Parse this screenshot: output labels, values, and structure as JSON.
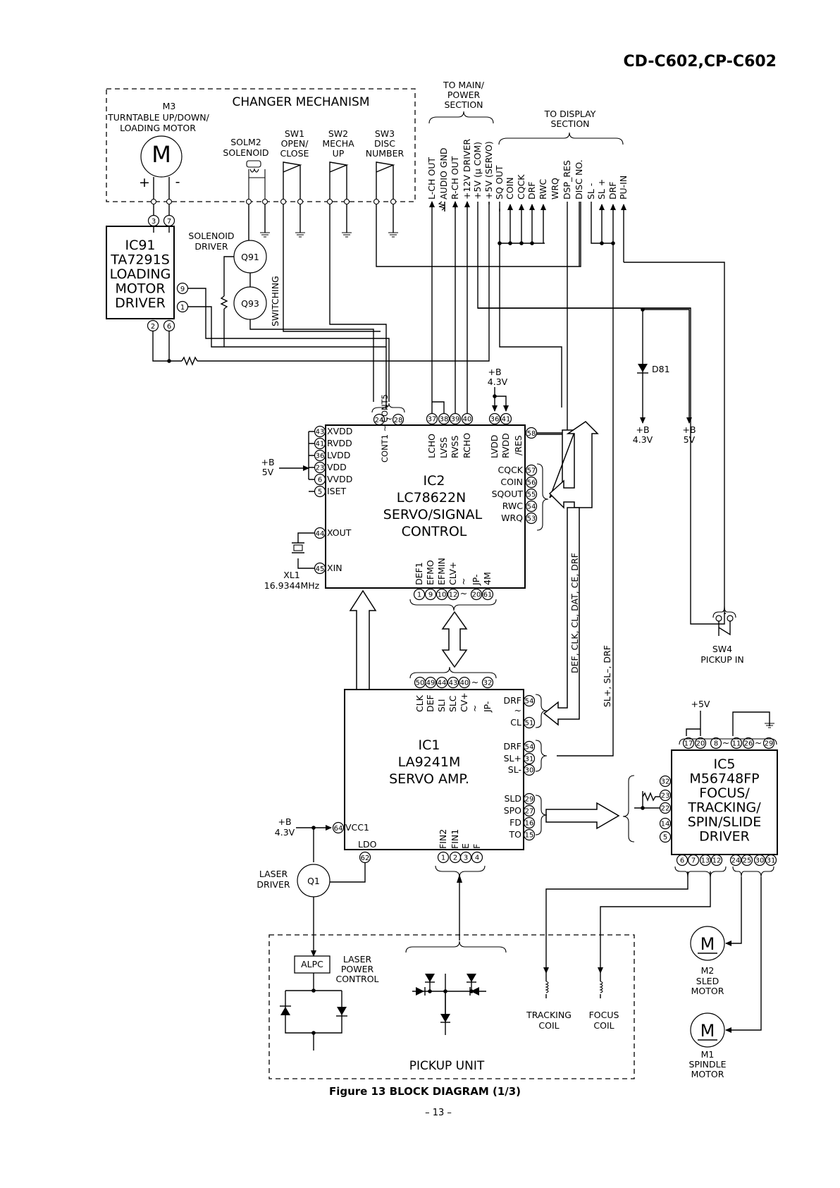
{
  "header": {
    "model": "CD-C602,CP-C602"
  },
  "caption": "Figure 13 BLOCK DIAGRAM (1/3)",
  "page_number": "– 13 –",
  "changer": {
    "title": "CHANGER MECHANISM",
    "motor_m3": {
      "ref": "M3",
      "desc_line1": "TURNTABLE UP/DOWN/",
      "desc_line2": "LOADING MOTOR",
      "symbol": "M",
      "plus": "+",
      "minus": "-"
    },
    "solm2": {
      "line1": "SOLM2",
      "line2": "SOLENOID"
    },
    "sw1": {
      "line1": "SW1",
      "line2": "OPEN/",
      "line3": "CLOSE"
    },
    "sw2": {
      "line1": "SW2",
      "line2": "MECHA",
      "line3": "UP"
    },
    "sw3": {
      "line1": "SW3",
      "line2": "DISC",
      "line3": "NUMBER"
    }
  },
  "to_main": {
    "line1": "TO MAIN/",
    "line2": "POWER",
    "line3": "SECTION"
  },
  "to_display": {
    "line1": "TO DISPLAY",
    "line2": "SECTION"
  },
  "main_signals": [
    "L-CH OUT",
    "AUDIO GND",
    "R-CH OUT",
    "+12V DRIVER",
    "+5V (µ COM)",
    "+5V (SERVO)"
  ],
  "display_signals": [
    "SQ OUT",
    "COIN",
    "CQCK",
    "DRF",
    "RWC",
    "WRQ",
    "DSP_RES",
    "DISC NO.",
    "SL -",
    "SL +",
    "DRF",
    "PU-IN"
  ],
  "ic91": {
    "lines": [
      "IC91",
      "TA7291S",
      "LOADING",
      "MOTOR",
      "DRIVER"
    ],
    "pins": [
      "3",
      "7",
      "9",
      "1",
      "2",
      "6"
    ]
  },
  "solenoid_driver": {
    "line1": "SOLENOID",
    "line2": "DRIVER",
    "q91": "Q91",
    "q93": "Q93",
    "switching": "SWITCHING"
  },
  "d81": {
    "label": "D81",
    "supply_left": "+B",
    "supply_left_v": "4.3V",
    "supply_right": "+B",
    "supply_right_v": "5V"
  },
  "ic2": {
    "ref": "IC2",
    "part": "LC78622N",
    "func1": "SERVO/SIGNAL",
    "func2": "CONTROL",
    "left_pins": [
      {
        "n": "43",
        "name": "XVDD"
      },
      {
        "n": "41",
        "name": "RVDD"
      },
      {
        "n": "36",
        "name": "LVDD"
      },
      {
        "n": "23",
        "name": "VDD"
      },
      {
        "n": "6",
        "name": "VVDD"
      },
      {
        "n": "5",
        "name": "ISET"
      }
    ],
    "xout": {
      "n": "44",
      "name": "XOUT"
    },
    "xin": {
      "n": "45",
      "name": "XIN"
    },
    "top_cont": {
      "n1": "24",
      "tilde": "~",
      "n2": "28",
      "name": "CONT1 ~ CONT5"
    },
    "top_pins": [
      {
        "n": "37",
        "name": "LCHO"
      },
      {
        "n": "38",
        "name": "LVSS"
      },
      {
        "n": "39",
        "name": "RVSS"
      },
      {
        "n": "40",
        "name": "RCHO"
      },
      {
        "n": "36",
        "name": "LVDD"
      },
      {
        "n": "41",
        "name": "RVDD"
      }
    ],
    "res_pin": {
      "n": "58",
      "name": "/RES"
    },
    "right_pins": [
      {
        "n": "57",
        "name": "CQCK"
      },
      {
        "n": "56",
        "name": "COIN"
      },
      {
        "n": "55",
        "name": "SQOUT"
      },
      {
        "n": "54",
        "name": "RWC"
      },
      {
        "n": "53",
        "name": "WRQ"
      }
    ],
    "bottom_names": [
      "DEF1",
      "EFMO",
      "EFMIN",
      "CLV+",
      "~",
      "JP-",
      "4M"
    ],
    "bottom_pins": [
      "1",
      "9",
      "10",
      "12",
      "~",
      "20",
      "61"
    ],
    "supply": "+B",
    "supply_v": "5V",
    "lvdd_supply": "+B",
    "lvdd_supply_v": "4.3V"
  },
  "xl1": {
    "ref": "XL1",
    "freq": "16.9344MHz"
  },
  "bus_labels": {
    "def_bus": "DEF, CLK, CL, DAT, CE, DRF",
    "sl_bus": "SL+, SL–, DRF"
  },
  "ic1": {
    "ref": "IC1",
    "part": "LA9241M",
    "func": "SERVO AMP.",
    "top_names": [
      "CLK",
      "DEF",
      "SLI",
      "SLC",
      "CV+",
      "~",
      "JP-"
    ],
    "top_pins": [
      "50",
      "49",
      "44",
      "43",
      "40",
      "~",
      "32"
    ],
    "right_pins": [
      {
        "n": "54",
        "name": "DRF"
      },
      {
        "n": "",
        "name": "~"
      },
      {
        "n": "51",
        "name": "CL"
      },
      {
        "n": "54",
        "name": "DRF"
      },
      {
        "n": "31",
        "name": "SL+"
      },
      {
        "n": "30",
        "name": "SL-"
      },
      {
        "n": "29",
        "name": "SLD"
      },
      {
        "n": "27",
        "name": "SPO"
      },
      {
        "n": "16",
        "name": "FD"
      },
      {
        "n": "15",
        "name": "TO"
      }
    ],
    "vcc": {
      "n": "64",
      "name": "VCC1"
    },
    "ldo": {
      "n": "62",
      "name": "LDO"
    },
    "bottom_names": [
      "FIN2",
      "FIN1",
      "E",
      "F"
    ],
    "bottom_pins": [
      "1",
      "2",
      "3",
      "4"
    ],
    "supply": "+B",
    "supply_v": "4.3V"
  },
  "laser_driver": {
    "line1": "LASER",
    "line2": "DRIVER",
    "q1": "Q1"
  },
  "pickup": {
    "title": "PICKUP UNIT",
    "alpc": "ALPC",
    "lpc1": "LASER",
    "lpc2": "POWER",
    "lpc3": "CONTROL",
    "tracking1": "TRACKING",
    "tracking2": "COIL",
    "focus1": "FOCUS",
    "focus2": "COIL"
  },
  "sw4": {
    "line1": "SW4",
    "line2": "PICKUP IN"
  },
  "ic5": {
    "lines": [
      "IC5",
      "M56748FP",
      "FOCUS/",
      "TRACKING/",
      "SPIN/SLIDE",
      "DRIVER"
    ],
    "top_pins": [
      "17",
      "20",
      "8",
      "~",
      "11",
      "26",
      "~",
      "29"
    ],
    "left_pins": [
      "32",
      "23",
      "22",
      "14",
      "5"
    ],
    "bottom_pins": [
      "6",
      "7",
      "13",
      "12",
      "24",
      "25",
      "30",
      "31"
    ],
    "supply": "+5V"
  },
  "m2": {
    "symbol": "M",
    "ref": "M2",
    "line1": "SLED",
    "line2": "MOTOR"
  },
  "m1": {
    "symbol": "M",
    "ref": "M1",
    "line1": "SPINDLE",
    "line2": "MOTOR"
  }
}
